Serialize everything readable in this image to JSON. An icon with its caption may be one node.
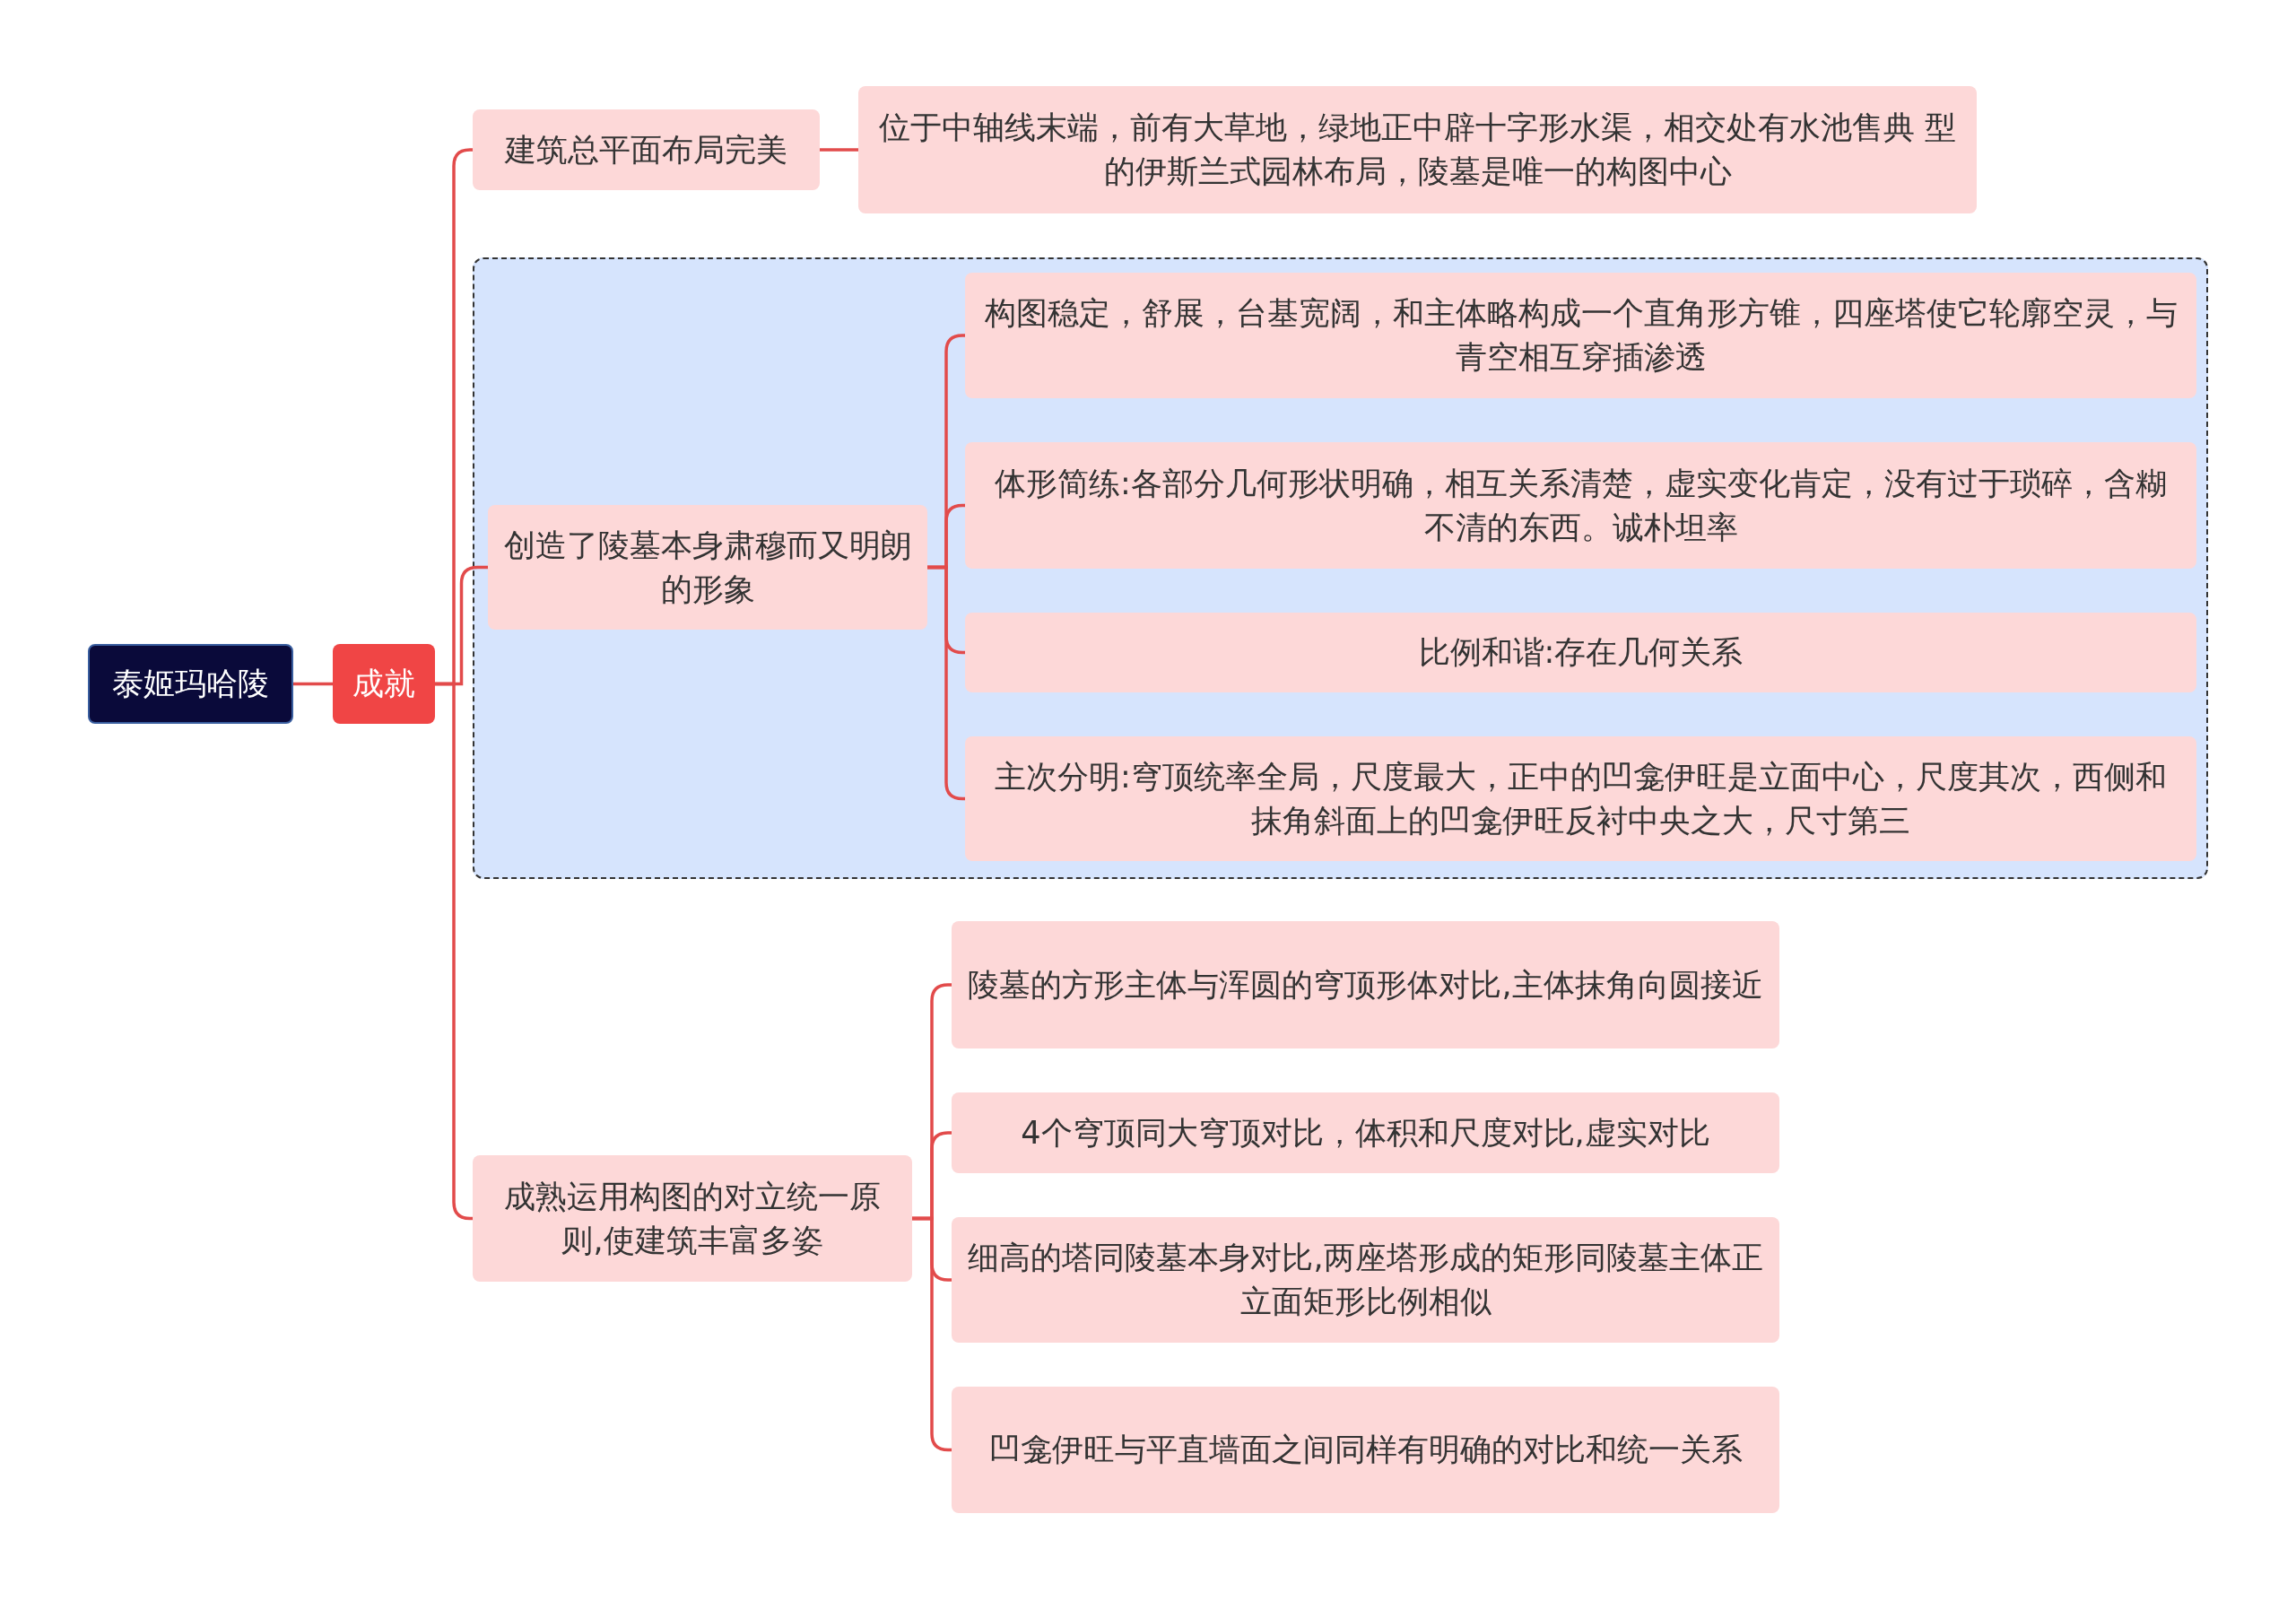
{
  "diagram": {
    "nodes": [
      {
        "text": [
          "泰姬玛哈陵"
        ]
      },
      {
        "text": [
          "成就"
        ]
      },
      {
        "text": [
          "建筑总平面布局完美"
        ]
      },
      {
        "text": [
          "位于中轴线末端，前有大草地，绿地正中辟十字形水渠，相交处有水池售典 型的伊斯兰式园林布局，陵墓是唯一的构图中心"
        ]
      },
      {
        "text": [
          "创造了陵墓本身肃穆而又明朗的形象"
        ]
      },
      {
        "text": [
          "构图稳定，舒展，台基宽阔，和主体略构成一个直角形方锥，四座塔使它轮廓空灵，与青空相互穿插渗透"
        ]
      },
      {
        "text": [
          "体形简练:各部分几何形状明确，相互关系清楚，虚实变化肯定，没有过于琐碎，含糊不清的东西。诚朴坦率"
        ]
      },
      {
        "text": [
          "比例和谐:存在几何关系"
        ]
      },
      {
        "text": [
          "主次分明:穹顶统率全局，尺度最大，正中的凹龛伊旺是立面中心，尺度其次，西侧和抹角斜面上的凹龛伊旺反衬中央之大，尺寸第三"
        ]
      },
      {
        "text": [
          "成熟运用构图的对立统一原则,使建筑丰富多姿"
        ]
      },
      {
        "text": [
          "陵墓的方形主体与浑圆的穹顶形体对比,主体抹角向圆接近"
        ]
      },
      {
        "text": [
          "4个穹顶同大穹顶对比，体积和尺度对比,虚实对比"
        ]
      },
      {
        "text": [
          "细高的塔同陵墓本身对比,两座塔形成的矩形同陵墓主体正立面矩形比例相似"
        ]
      },
      {
        "text": [
          "凹龛伊旺与平直墙面之间同样有明确的对比和统一关系"
        ]
      }
    ],
    "edges": [
      {
        "from": 0,
        "to": 1,
        "arrow": "none"
      },
      {
        "from": 1,
        "to": 2,
        "arrow": "none"
      },
      {
        "from": 2,
        "to": 3,
        "arrow": "none"
      },
      {
        "from": 1,
        "to": 4,
        "arrow": "none"
      },
      {
        "from": 4,
        "to": 5,
        "arrow": "none"
      },
      {
        "from": 4,
        "to": 6,
        "arrow": "none"
      },
      {
        "from": 4,
        "to": 7,
        "arrow": "none"
      },
      {
        "from": 4,
        "to": 8,
        "arrow": "none"
      },
      {
        "from": 1,
        "to": 9,
        "arrow": "none"
      },
      {
        "from": 9,
        "to": 10,
        "arrow": "none"
      },
      {
        "from": 9,
        "to": 11,
        "arrow": "none"
      },
      {
        "from": 9,
        "to": 12,
        "arrow": "none"
      },
      {
        "from": 9,
        "to": 13,
        "arrow": "none"
      }
    ]
  }
}
